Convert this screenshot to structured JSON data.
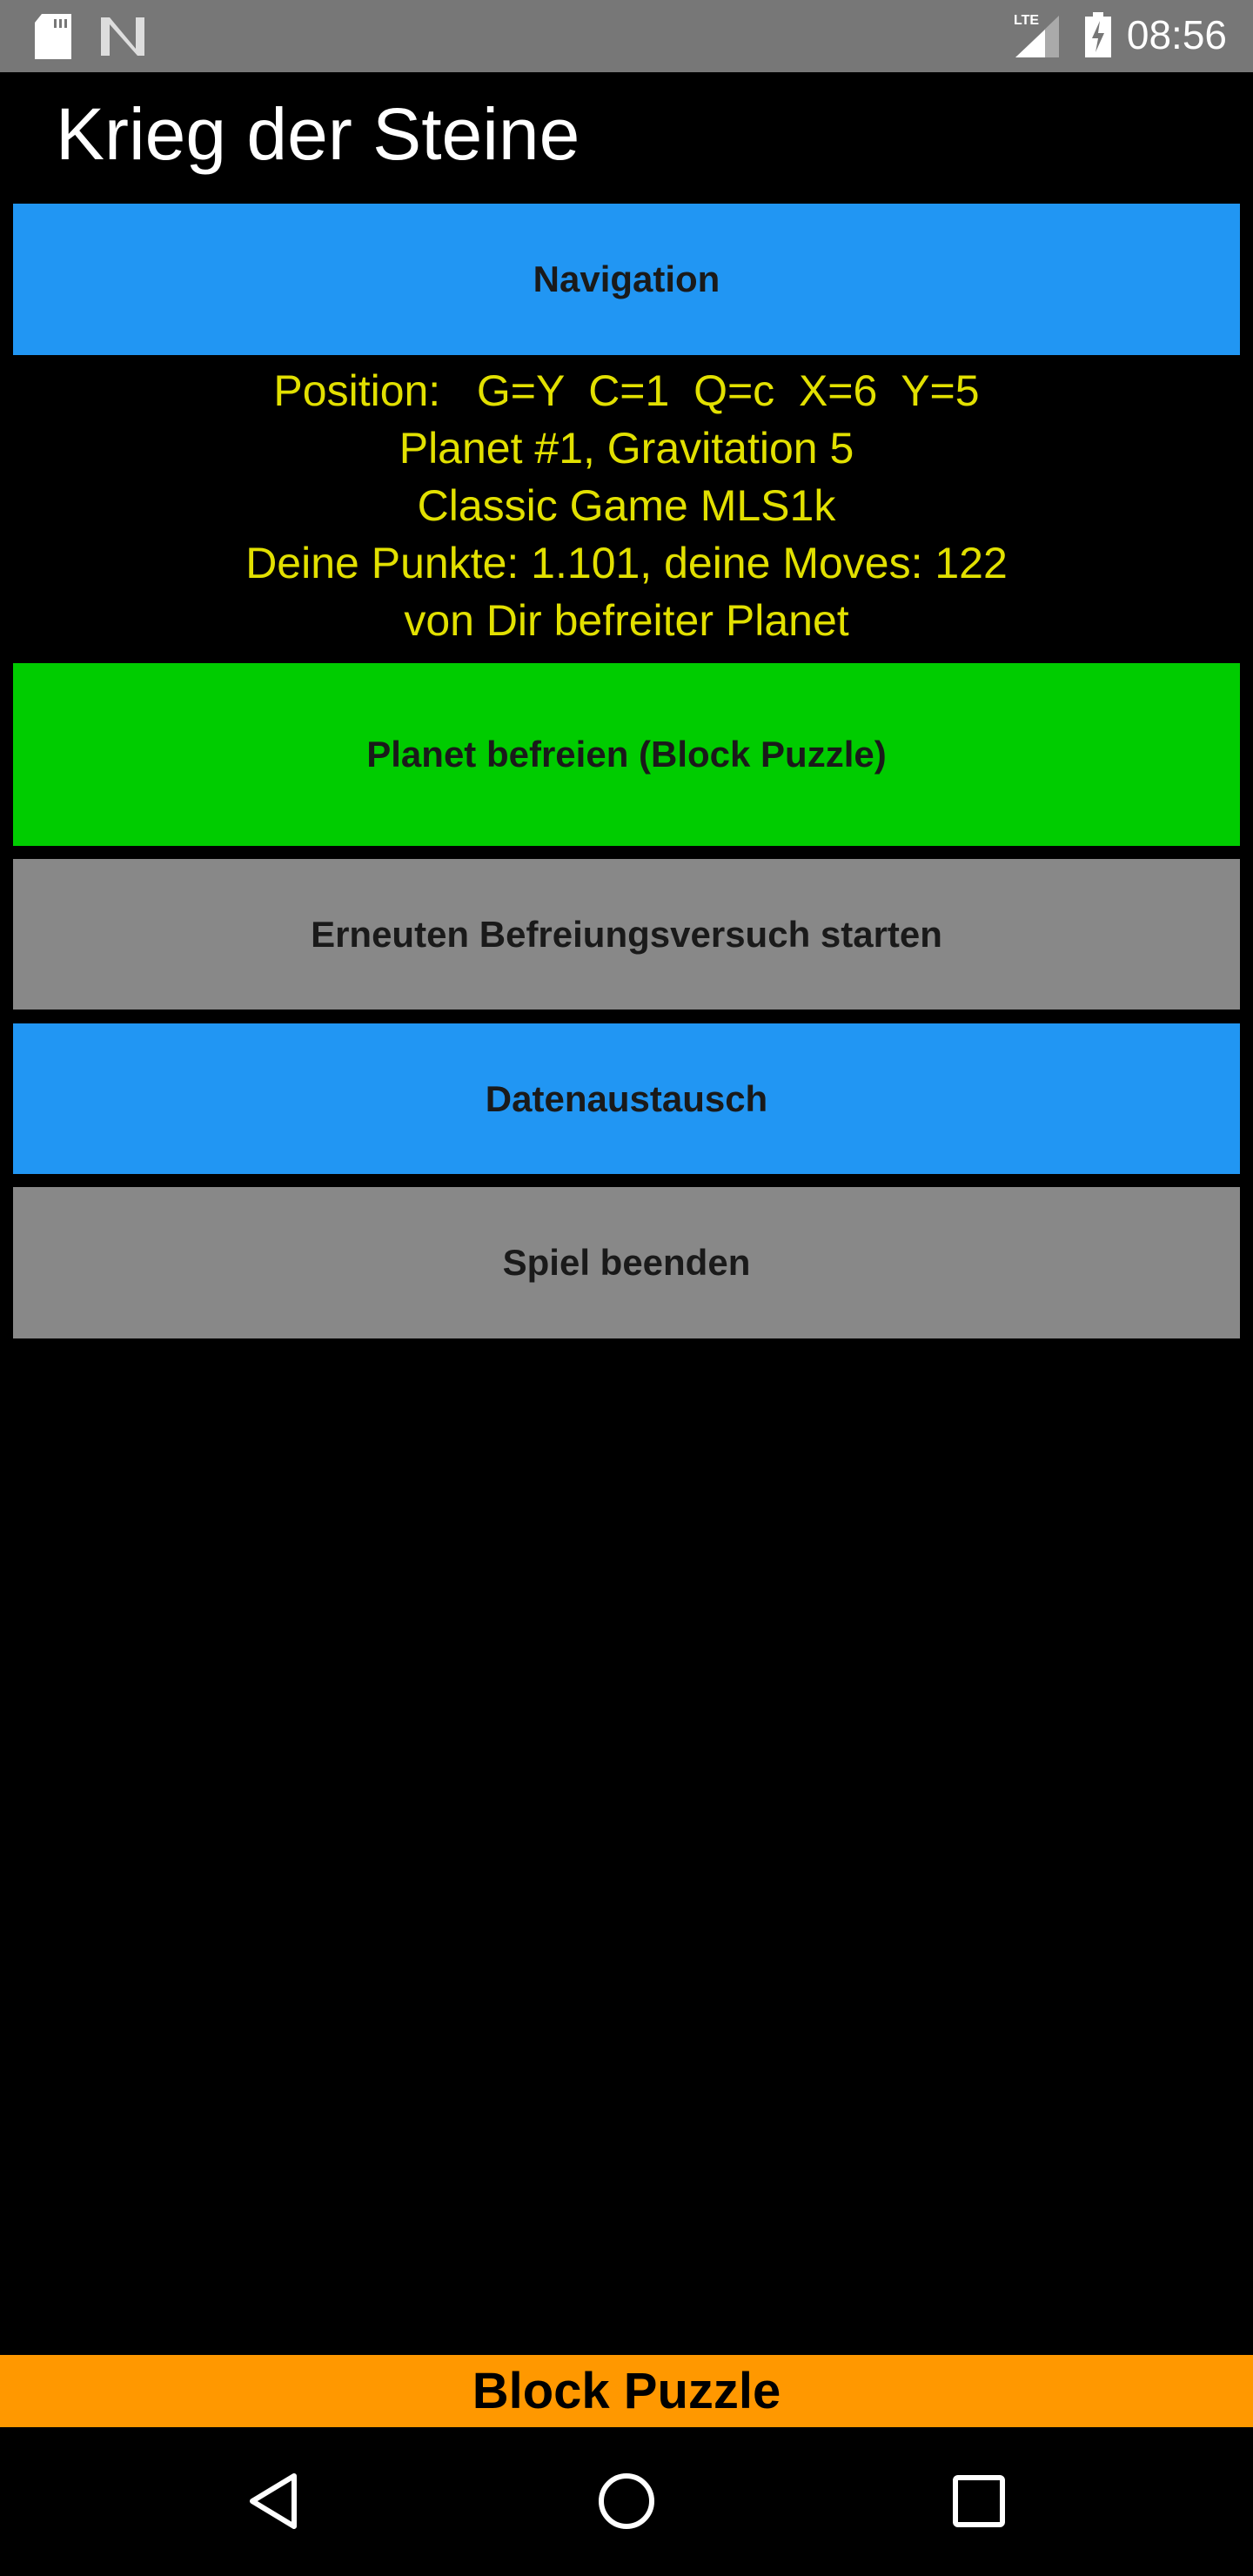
{
  "status_bar": {
    "time": "08:56",
    "network": "LTE",
    "icons": [
      "sd-card-icon",
      "n-icon",
      "lte-signal-icon",
      "battery-charging-icon"
    ]
  },
  "app": {
    "title": "Krieg der Steine"
  },
  "buttons": {
    "navigation": "Navigation",
    "liberate": "Planet befreien (Block Puzzle)",
    "retry": "Erneuten Befreiungsversuch starten",
    "data_exchange": "Datenaustausch",
    "quit": "Spiel beenden"
  },
  "info": {
    "position": "Position:   G=Y  C=1  Q=c  X=6  Y=5",
    "planet": "Planet #1, Gravitation 5",
    "game": "Classic Game MLS1k",
    "score": "Deine Punkte: 1.101, deine Moves: 122",
    "status": "von Dir befreiter Planet"
  },
  "footer": {
    "label": "Block Puzzle"
  },
  "colors": {
    "blue": "#2196f3",
    "green": "#00cc00",
    "gray": "#888888",
    "orange": "#ff9800",
    "yellow": "#e2e000"
  }
}
